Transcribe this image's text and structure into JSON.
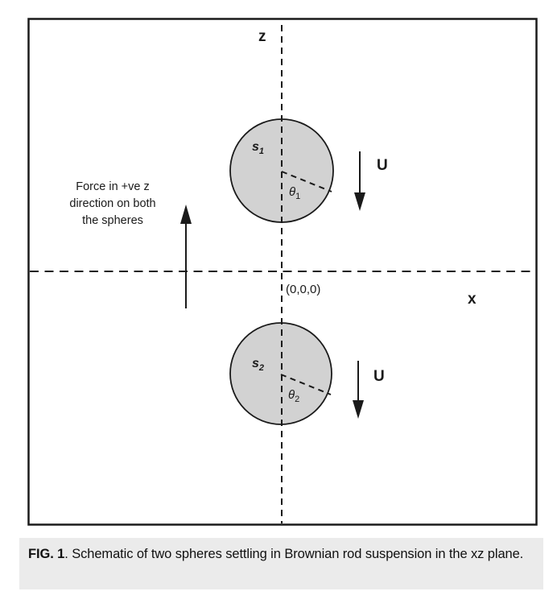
{
  "diagram": {
    "axes": {
      "z_label": "z",
      "x_label": "x",
      "origin_label": "(0,0,0)"
    },
    "spheres": [
      {
        "symbol": "s",
        "sub": "1",
        "angle_symbol": "θ",
        "angle_sub": "1",
        "velocity_label": "U"
      },
      {
        "symbol": "s",
        "sub": "2",
        "angle_symbol": "θ",
        "angle_sub": "2",
        "velocity_label": "U"
      }
    ],
    "force_annotation": {
      "lines": [
        "Force in +ve z",
        "direction on both",
        "the spheres"
      ]
    }
  },
  "colors": {
    "sphere_fill": "#d2d2d2",
    "line": "#1a1a1a",
    "caption_bg": "#ebebeb",
    "background": "#ffffff"
  },
  "caption": {
    "label": "FIG. 1",
    "text": ". Schematic of two spheres settling in Brownian rod suspension in the xz plane."
  }
}
